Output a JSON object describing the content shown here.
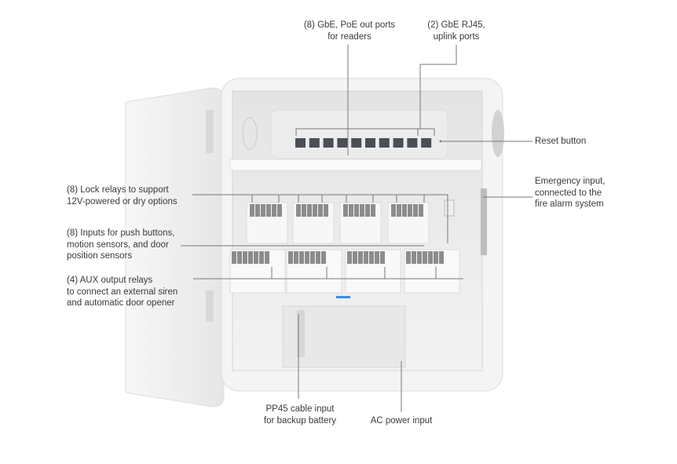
{
  "labels": {
    "poe_ports": [
      "(8) GbE, PoE out ports",
      "for readers"
    ],
    "uplink_ports": [
      "(2) GbE RJ45,",
      "uplink ports"
    ],
    "reset_button": [
      "Reset button"
    ],
    "emergency_input": [
      "Emergency input,",
      "connected to the",
      "fire alarm system"
    ],
    "lock_relays": [
      "(8) Lock relays to support",
      "12V-powered or dry options"
    ],
    "inputs": [
      "(8) Inputs for push buttons,",
      "motion sensors, and door",
      "position sensors"
    ],
    "aux_relays": [
      "(4) AUX output relays",
      "to connect an external siren",
      "and automatic door opener"
    ],
    "pp45_input": [
      "PP45 cable input",
      "for backup battery"
    ],
    "ac_power": [
      "AC power input"
    ]
  },
  "colors": {
    "led_accent": "#3a8fe0",
    "leader_line": "#777777",
    "port": "#4a4f55"
  }
}
